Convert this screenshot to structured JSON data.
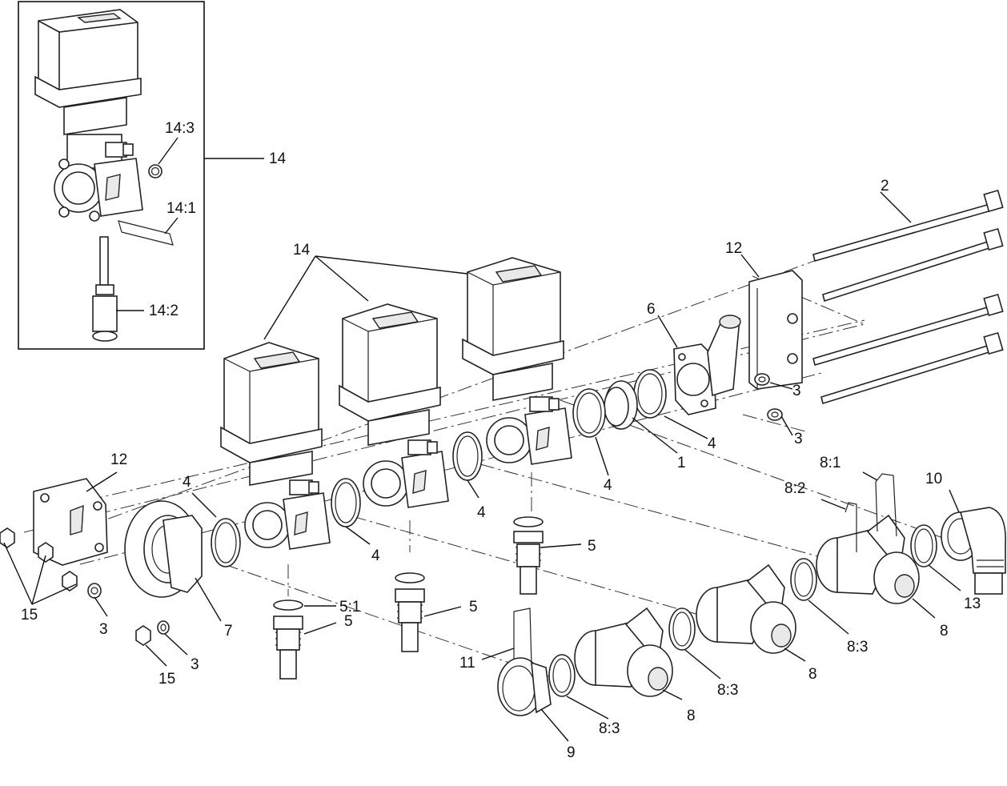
{
  "callouts": {
    "c14_inset": "14",
    "c14_3": "14:3",
    "c14_1": "14:1",
    "c14_2": "14:2",
    "c14_main": "14",
    "c2": "2",
    "c12_right": "12",
    "c6": "6",
    "c3_a": "3",
    "c3_b": "3",
    "c4_a": "4",
    "c1": "1",
    "c4_b": "4",
    "c4_c": "4",
    "c4_d": "4",
    "c4_e": "4",
    "c12_left": "12",
    "c5_a": "5",
    "c5_1": "5:1",
    "c5_b": "5",
    "c5_c": "5",
    "c15_a": "15",
    "c3_c": "3",
    "c7": "7",
    "c3_d": "3",
    "c15_b": "15",
    "c8_1": "8:1",
    "c8_2": "8:2",
    "c10": "10",
    "c13": "13",
    "c8_a": "8",
    "c8_3_a": "8:3",
    "c8_b": "8",
    "c8_3_b": "8:3",
    "c8_c": "8",
    "c8_3_c": "8:3",
    "c11": "11",
    "c9": "9"
  }
}
